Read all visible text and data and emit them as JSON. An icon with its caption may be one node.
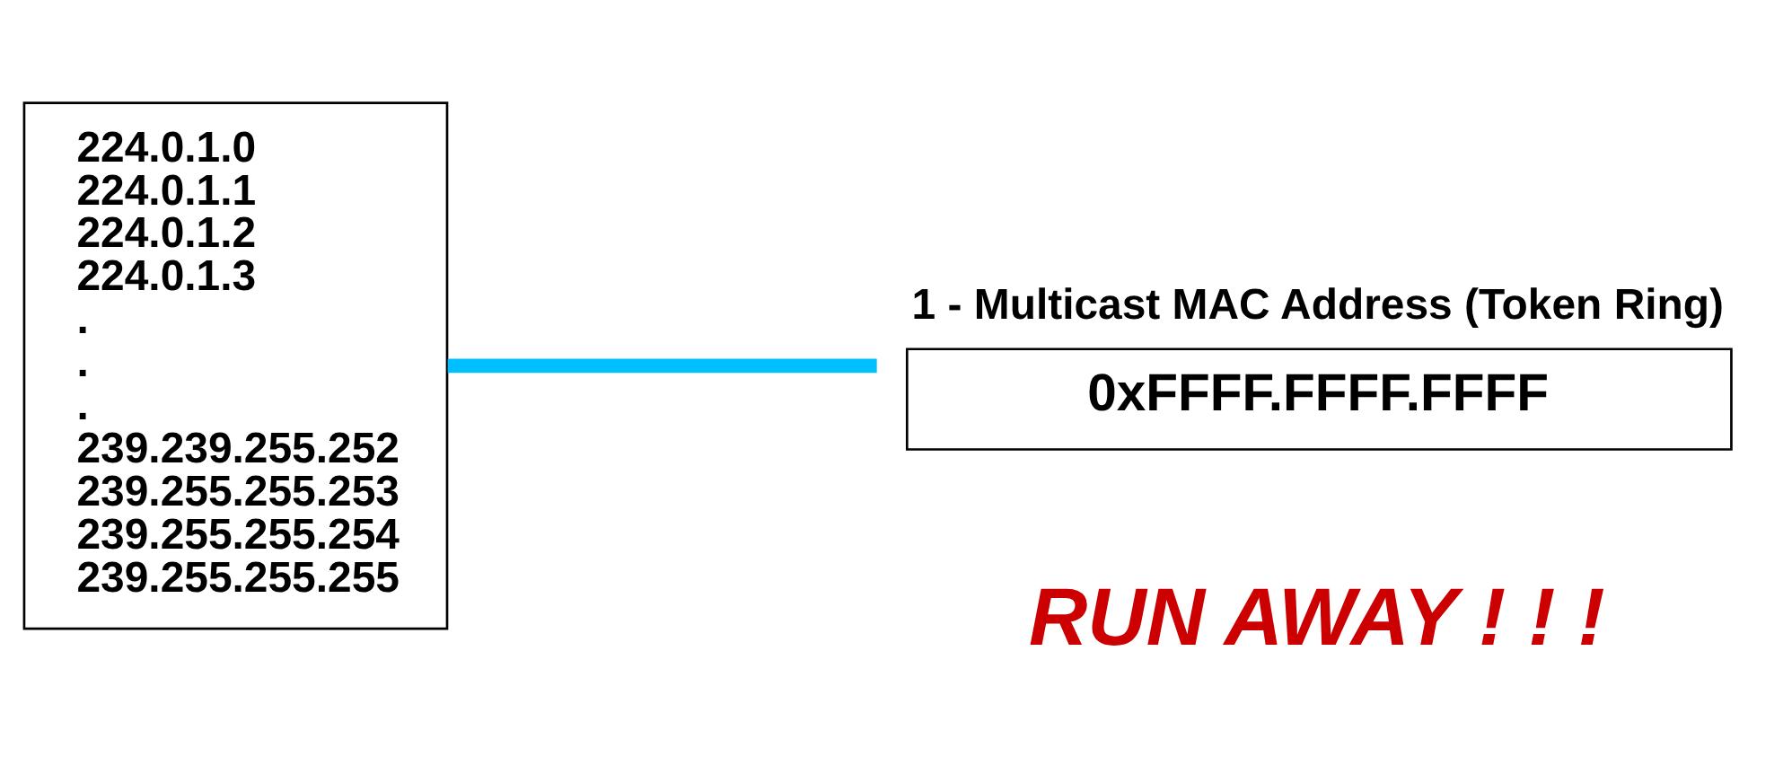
{
  "diagram": {
    "nodes": [
      {
        "text": [
          "224.0.1.0",
          "224.0.1.1",
          "224.0.1.2",
          "224.0.1.3",
          ".",
          ".",
          ".",
          "239.239.255.252",
          "239.255.255.253",
          "239.255.255.254",
          "239.255.255.255"
        ]
      },
      {
        "text": [
          "1 - Multicast MAC Address (Token Ring)",
          "0xFFFF.FFFF.FFFF"
        ]
      }
    ],
    "edges": [
      {
        "from": 0,
        "to": 1,
        "arrow": "none",
        "color": "#00bfff"
      }
    ],
    "labels": [
      "RUN AWAY ! ! !"
    ]
  }
}
